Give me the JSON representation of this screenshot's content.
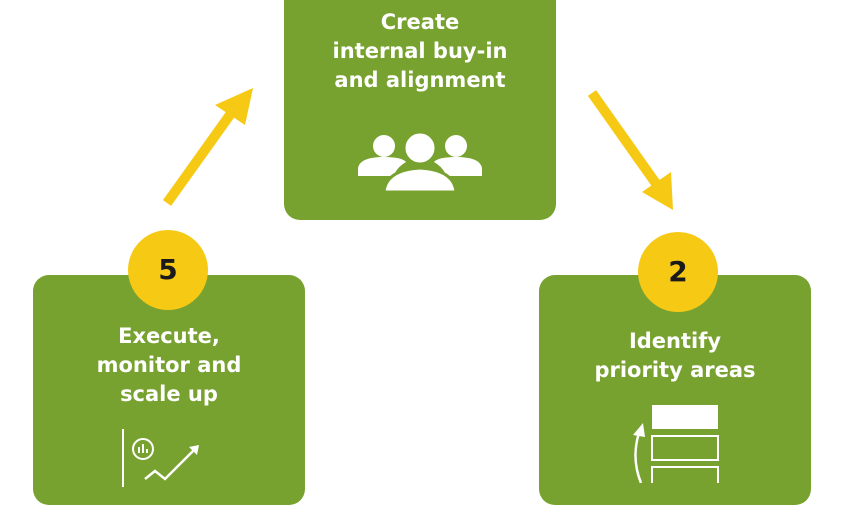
{
  "steps": {
    "top": {
      "lines": [
        "Create",
        "internal buy-in",
        "and alignment"
      ],
      "icon": "people-group-icon"
    },
    "left": {
      "number": "5",
      "lines": [
        "Execute,",
        "monitor and",
        "scale up"
      ],
      "icon": "chart-growth-icon"
    },
    "right": {
      "number": "2",
      "lines": [
        "Identify",
        "priority areas"
      ],
      "icon": "priority-stack-icon"
    }
  },
  "colors": {
    "card": "#78a22f",
    "badge": "#f6c915",
    "arrow": "#f6c915",
    "text": "#ffffff"
  }
}
